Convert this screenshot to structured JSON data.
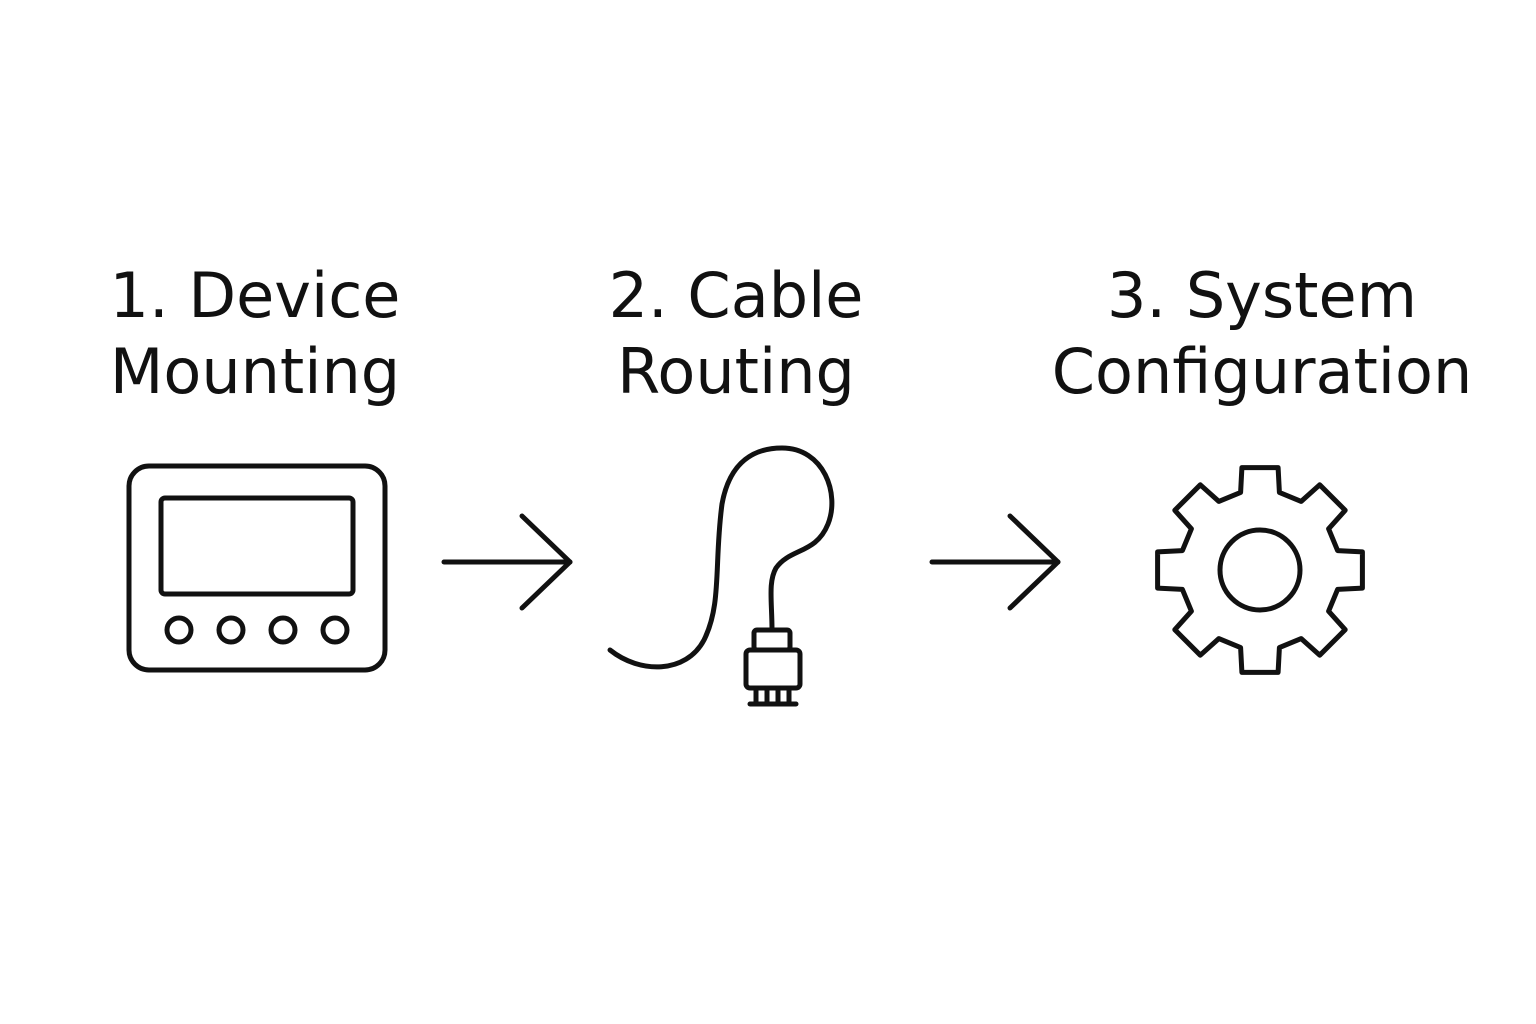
{
  "steps": [
    {
      "line1": "1. Device",
      "line2": "Mounting",
      "icon": "device-icon"
    },
    {
      "line1": "2. Cable",
      "line2": "Routing",
      "icon": "cable-icon"
    },
    {
      "line1": "3. System",
      "line2": "Configuration",
      "icon": "gear-icon"
    }
  ],
  "connectors": [
    "arrow-right-icon",
    "arrow-right-icon"
  ],
  "colors": {
    "background": "#ffffff",
    "ink": "#111111"
  }
}
